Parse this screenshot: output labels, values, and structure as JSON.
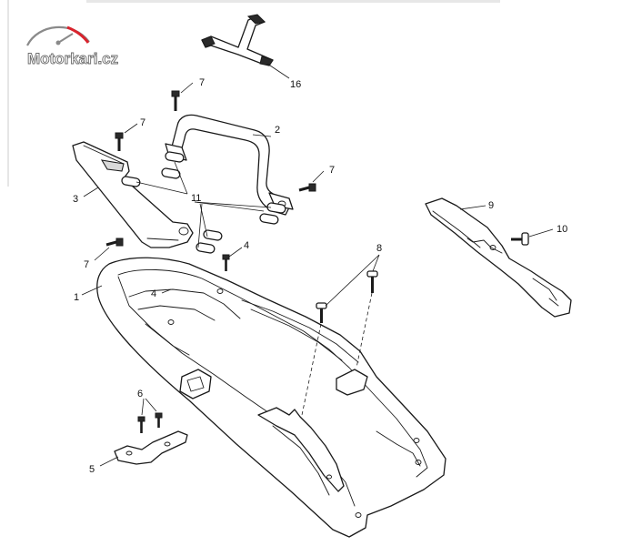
{
  "logo": {
    "text": "Motorkari.cz",
    "accent_color": "#d9232d"
  },
  "callouts": {
    "c1": "1",
    "c2": "2",
    "c3": "3",
    "c4a": "4",
    "c4b": "4",
    "c5": "5",
    "c6": "6",
    "c7a": "7",
    "c7b": "7",
    "c7c": "7",
    "c7d": "7",
    "c8": "8",
    "c9": "9",
    "c10": "10",
    "c11": "11",
    "c16": "16"
  }
}
